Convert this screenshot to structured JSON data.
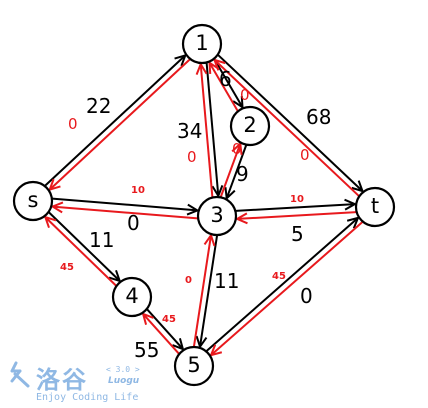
{
  "nodes": [
    {
      "id": "s",
      "label": "s"
    },
    {
      "id": "1",
      "label": "1"
    },
    {
      "id": "2",
      "label": "2"
    },
    {
      "id": "3",
      "label": "3"
    },
    {
      "id": "4",
      "label": "4"
    },
    {
      "id": "5",
      "label": "5"
    },
    {
      "id": "t",
      "label": "t"
    }
  ],
  "edges": [
    {
      "name": "edge-s-1",
      "from": "s",
      "to": "1",
      "capacity": "22",
      "color": "#000000"
    },
    {
      "name": "edge-1-2",
      "from": "1",
      "to": "2",
      "capacity": "6",
      "color": "#000000"
    },
    {
      "name": "edge-1-3",
      "from": "1",
      "to": "3",
      "capacity": "34",
      "color": "#000000"
    },
    {
      "name": "edge-1-t",
      "from": "1",
      "to": "t",
      "capacity": "68",
      "color": "#000000"
    },
    {
      "name": "edge-2-3",
      "from": "2",
      "to": "3",
      "capacity": "9",
      "color": "#000000"
    },
    {
      "name": "edge-s-3",
      "from": "s",
      "to": "3",
      "capacity": "0",
      "color": "#000000"
    },
    {
      "name": "edge-3-t",
      "from": "3",
      "to": "t",
      "capacity": "5",
      "color": "#000000"
    },
    {
      "name": "edge-s-4",
      "from": "s",
      "to": "4",
      "capacity": "11",
      "color": "#000000"
    },
    {
      "name": "edge-3-5",
      "from": "3",
      "to": "5",
      "capacity": "11",
      "color": "#000000"
    },
    {
      "name": "edge-4-5",
      "from": "4",
      "to": "5",
      "capacity": "55",
      "color": "#000000"
    },
    {
      "name": "edge-5-t",
      "from": "5",
      "to": "t",
      "capacity": "0",
      "color": "#000000"
    },
    {
      "name": "reverse-edge-1-s",
      "from": "1",
      "to": "s",
      "capacity": "0",
      "color": "#e8191d"
    },
    {
      "name": "reverse-edge-2-1",
      "from": "2",
      "to": "1",
      "capacity": "0",
      "color": "#e8191d"
    },
    {
      "name": "reverse-edge-3-1",
      "from": "3",
      "to": "1",
      "capacity": "0",
      "color": "#e8191d"
    },
    {
      "name": "reverse-edge-t-1",
      "from": "t",
      "to": "1",
      "capacity": "0",
      "color": "#e8191d"
    },
    {
      "name": "reverse-edge-3-2",
      "from": "3",
      "to": "2",
      "capacity": "0",
      "color": "#e8191d"
    },
    {
      "name": "reverse-edge-3-s",
      "from": "3",
      "to": "s",
      "capacity": "10",
      "color": "#e8191d"
    },
    {
      "name": "reverse-edge-t-3",
      "from": "t",
      "to": "3",
      "capacity": "10",
      "color": "#e8191d"
    },
    {
      "name": "reverse-edge-4-s",
      "from": "4",
      "to": "s",
      "capacity": "45",
      "color": "#e8191d"
    },
    {
      "name": "reverse-edge-5-3",
      "from": "5",
      "to": "3",
      "capacity": "0",
      "color": "#e8191d"
    },
    {
      "name": "reverse-edge-5-4",
      "from": "5",
      "to": "4",
      "capacity": "45",
      "color": "#e8191d"
    },
    {
      "name": "reverse-edge-t-5",
      "from": "t",
      "to": "5",
      "capacity": "45",
      "color": "#e8191d"
    }
  ],
  "watermark": {
    "name_cn": "洛谷",
    "version": "< 3.0 >",
    "brand": "Luogu",
    "slogan": "Enjoy Coding Life",
    "color": "#8fb8e4"
  }
}
